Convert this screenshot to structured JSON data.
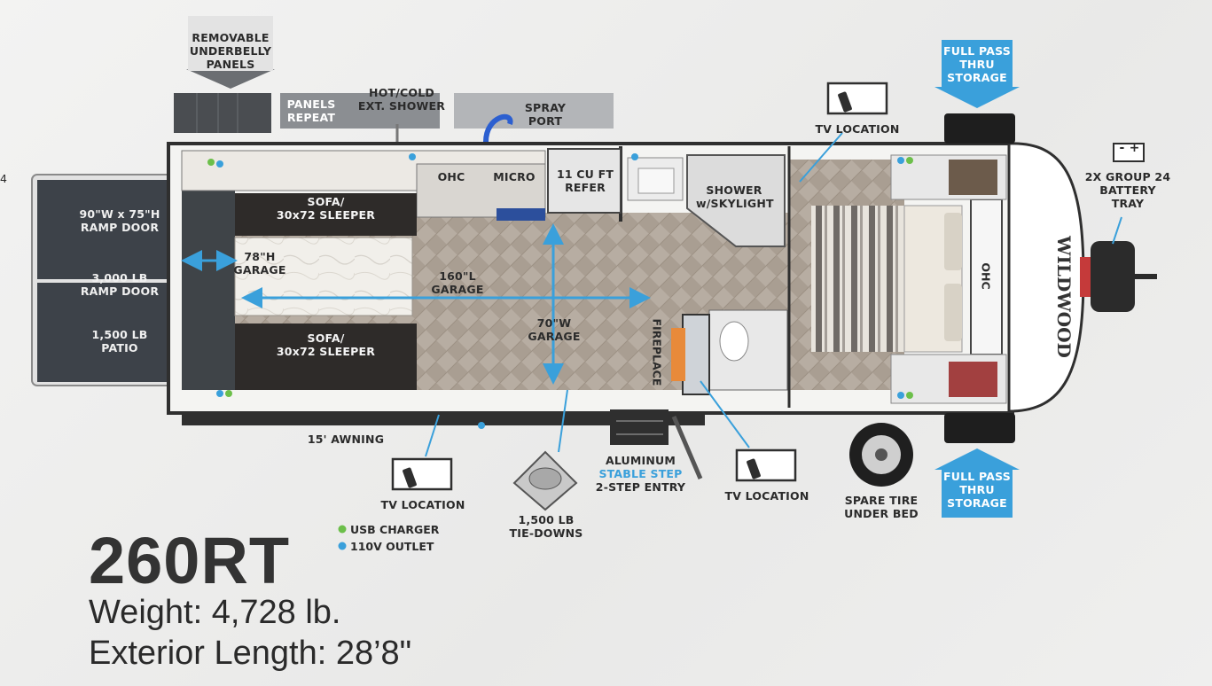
{
  "model": {
    "name": "260RT",
    "weight": "Weight: 4,728 lb.",
    "length": "Exterior Length: 28’8\""
  },
  "legend": {
    "usb": "USB CHARGER",
    "outlet": "110V OUTLET"
  },
  "labels": {
    "underbelly": "REMOVABLE\nUNDERBELLY\nPANELS",
    "panels_repeat": "PANELS\nREPEAT",
    "shower_ext": "HOT/COLD\nEXT. SHOWER",
    "spray_port": "SPRAY\nPORT",
    "pass_thru_top": "FULL PASS\nTHRU\nSTORAGE",
    "pass_thru_bottom": "FULL PASS\nTHRU\nSTORAGE",
    "tv_top": "TV LOCATION",
    "tv_bottom_left": "TV LOCATION",
    "tv_bottom_right": "TV LOCATION",
    "battery": "2X GROUP 24\nBATTERY\nTRAY",
    "ramp_door_size": "90\"W x 75\"H\nRAMP DOOR",
    "ramp_door_rating": "3,000 LB\nRAMP DOOR",
    "patio": "1,500 LB\nPATIO",
    "sofa_top": "SOFA/\n30x72 SLEEPER",
    "sofa_bottom": "SOFA/\n30x72 SLEEPER",
    "garage_height": "78\"H\nGARAGE",
    "garage_length": "160\"L\nGARAGE",
    "garage_width": "70\"W\nGARAGE",
    "ohc_kitchen": "OHC",
    "micro": "MICRO",
    "refer": "11 CU FT\nREFER",
    "shower": "SHOWER\nw/SKYLIGHT",
    "fireplace": "FIREPLACE",
    "ohc_bed": "OHC",
    "awning": "15' AWNING",
    "tiedowns": "1,500 LB\nTIE-DOWNS",
    "step_1": "ALUMINUM",
    "step_2": "STABLE STEP",
    "step_3": "2-STEP ENTRY",
    "spare_tire": "SPARE TIRE\nUNDER BED",
    "brand": "WILDWOOD",
    "edge_mark": "4"
  },
  "colors": {
    "accent_blue": "#3aa0db",
    "usb_green": "#6cbf4a",
    "outline": "#2f2f2f",
    "floor": "#b9afa4",
    "sofa": "#2e2b29"
  }
}
